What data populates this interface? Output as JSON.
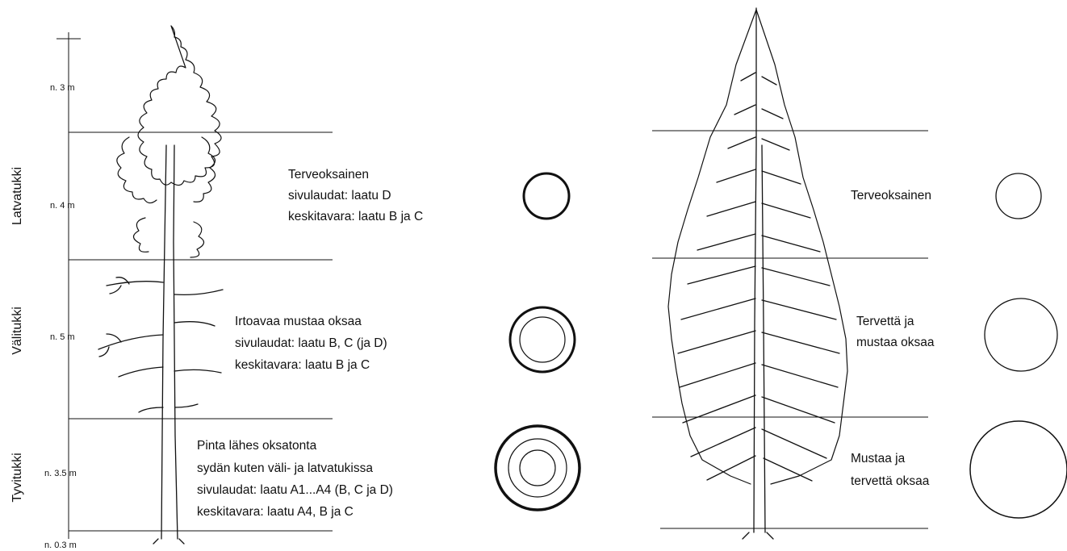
{
  "measure_labels": [
    "n. 3 m",
    "n. 4 m",
    "n. 5 m",
    "n. 3.5 m",
    "n. 0.3 m"
  ],
  "section_labels": [
    "Latvatukki",
    "Välitukki",
    "Tyvitukki"
  ],
  "pine": {
    "sections": [
      {
        "lines": [
          "Terveoksainen",
          "sivulaudat:   laatu D",
          "keskitavara: laatu B ja C"
        ],
        "rings": 1
      },
      {
        "lines": [
          "Irtoavaa mustaa oksaa",
          "sivulaudat:   laatu B, C (ja D)",
          "keskitavara: laatu B ja C"
        ],
        "rings": 2
      },
      {
        "lines": [
          "Pinta lähes oksatonta",
          "sydän kuten väli- ja latvatukissa",
          "sivulaudat:   laatu A1...A4 (B, C ja D)",
          "keskitavara: laatu A4, B ja C"
        ],
        "rings": 3
      }
    ]
  },
  "spruce": {
    "sections": [
      {
        "lines": [
          "Terveoksainen"
        ]
      },
      {
        "lines": [
          "Tervettä ja",
          "mustaa oksaa"
        ]
      },
      {
        "lines": [
          "Mustaa ja",
          "tervettä oksaa"
        ]
      }
    ]
  }
}
